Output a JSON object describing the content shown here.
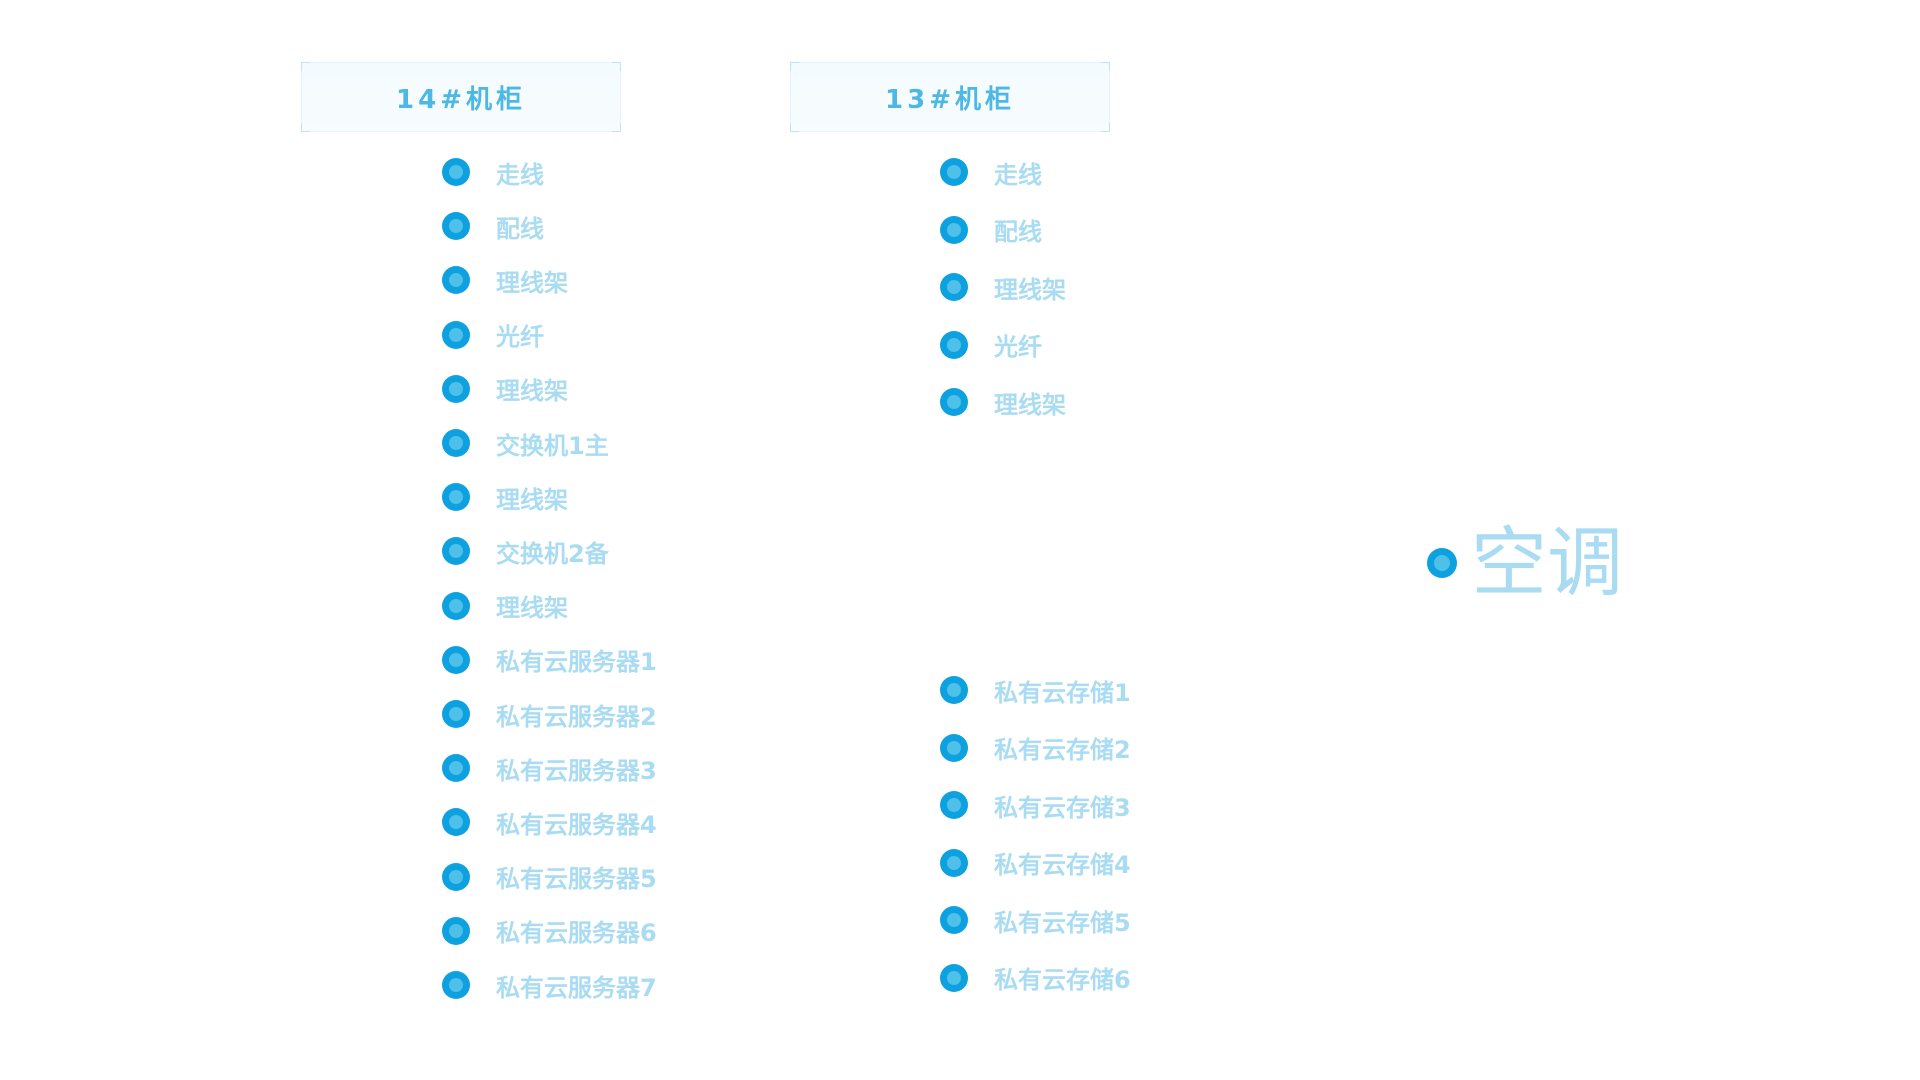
{
  "cabinet14": {
    "title": "14#机柜",
    "items": [
      "走线",
      "配线",
      "理线架",
      "光纤",
      "理线架",
      "交换机1主",
      "理线架",
      "交换机2备",
      "理线架",
      "私有云服务器1",
      "私有云服务器2",
      "私有云服务器3",
      "私有云服务器4",
      "私有云服务器5",
      "私有云服务器6",
      "私有云服务器7"
    ]
  },
  "cabinet13": {
    "title": "13#机柜",
    "items_top": [
      "走线",
      "配线",
      "理线架",
      "光纤",
      "理线架"
    ],
    "items_bottom": [
      "私有云存储1",
      "私有云存储2",
      "私有云存储3",
      "私有云存储4",
      "私有云存储5",
      "私有云存储6"
    ]
  },
  "air_conditioner": {
    "label": "空调"
  },
  "colors": {
    "dot_outer": "#0ea1e0",
    "dot_inner": "#4ec0ea",
    "label": "#a9dcf2",
    "header_text": "#4cb8e3"
  }
}
